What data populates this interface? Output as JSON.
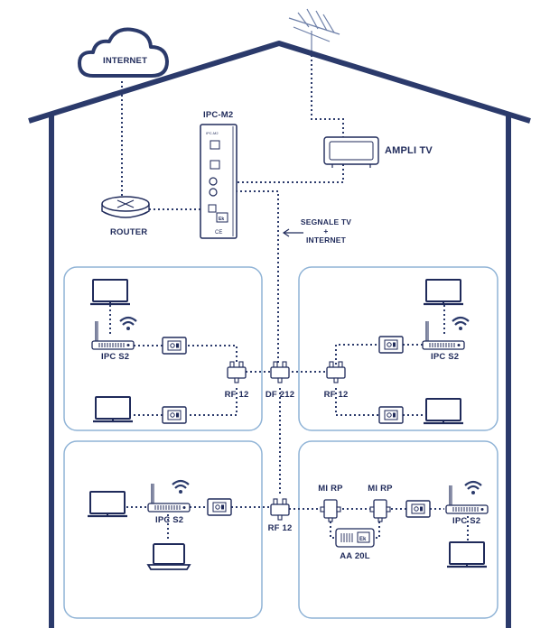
{
  "labels": {
    "internet": "INTERNET",
    "router": "ROUTER",
    "ipc_m2": "IPC-M2",
    "ampli_tv": "AMPLI TV",
    "segnale_line1": "SEGNALE TV",
    "segnale_line2": "+",
    "segnale_line3": "INTERNET",
    "ipc_s2_top_left": "IPC S2",
    "ipc_s2_top_right": "IPC S2",
    "rf12_left": "RF 12",
    "df212": "DF 212",
    "rf12_right": "RF 12",
    "ipc_s2_bottom_left": "IPC S2",
    "rf12_bottom": "RF 12",
    "mi_rp_1": "MI RP",
    "mi_rp_2": "MI RP",
    "aa20l": "AA 20L",
    "ipc_s2_bottom_right": "IPC S2"
  },
  "device_text": {
    "ipc_m2_badge": "IPC-M2",
    "ce_mark": "CE",
    "brand_mark": "Ek"
  },
  "colors": {
    "house": "#2b3a6b",
    "room_border": "#8fb3d6",
    "device": "#1f2a5a",
    "cable": "#2b3a6b",
    "wifi": "#2b3a6b"
  },
  "icons": [
    "cloud-icon",
    "antenna-icon",
    "router-icon",
    "tv-icon",
    "laptop-icon",
    "wifi-icon",
    "socket-icon",
    "splitter-icon"
  ]
}
